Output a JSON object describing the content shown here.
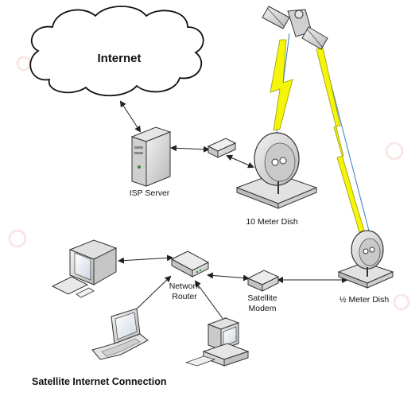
{
  "diagram": {
    "title": "Satellite Internet Connection",
    "nodes": {
      "internet": {
        "label": "Internet"
      },
      "isp_server": {
        "label": "ISP Server"
      },
      "big_dish": {
        "label": "10 Meter Dish"
      },
      "small_dish": {
        "label": "½ Meter Dish"
      },
      "router": {
        "label_line1": "Network",
        "label_line2": "Router"
      },
      "modem": {
        "label_line1": "Satellite",
        "label_line2": "Modem"
      }
    },
    "colors": {
      "lightning": "#f5f50a",
      "uplink": "#3a7dc2",
      "device_fill": "#d6d6d6",
      "watermark": "#f4d4d4"
    }
  }
}
